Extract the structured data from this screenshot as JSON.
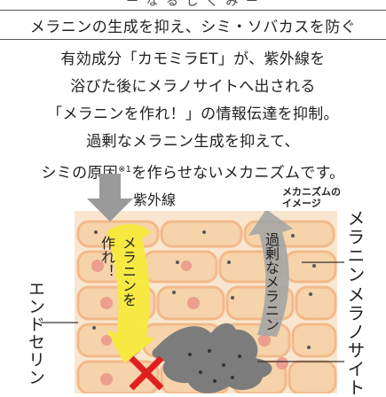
{
  "header": {
    "top_partial_text": "ー な る し く み ー",
    "title": "メラニンの生成を抑え、シミ・ソバカスを防ぐ"
  },
  "description": {
    "lines": [
      "有効成分「カモミラET」が、紫外線を",
      "浴びた後にメラノサイトへ出される",
      "「メラニンを作れ！」の情報伝達を抑制。",
      "過剰なメラニン生成を抑えて、"
    ],
    "last_line_before": "シミの原因",
    "last_line_sup": "※1",
    "last_line_after": "を作らせないメカニズムです。"
  },
  "diagram": {
    "uv_label": "紫外線",
    "mechanism_label_line1": "メカニズムの",
    "mechanism_label_line2": "イメージ",
    "endothelin_label": "エンドセリン",
    "make_melanin_arrow_text_1": "メラニンを",
    "make_melanin_arrow_text_2": "作れ！",
    "excess_melanin_arrow_text": "過剰なメラニン",
    "melanin_label": "メラニン",
    "melanocyte_label": "メラノサイト"
  },
  "colors": {
    "skin_cell_fill": "#f6d3aa",
    "skin_cell_stroke": "#f3b98a",
    "cell_background": "#f9e6cf",
    "nucleus": "#ec9e8f",
    "yellow_arrow": "#f7ea3c",
    "gray_arrow": "#a5a5a5",
    "melanocyte": "#7c7c7c",
    "block_x": "#e01f1f"
  }
}
